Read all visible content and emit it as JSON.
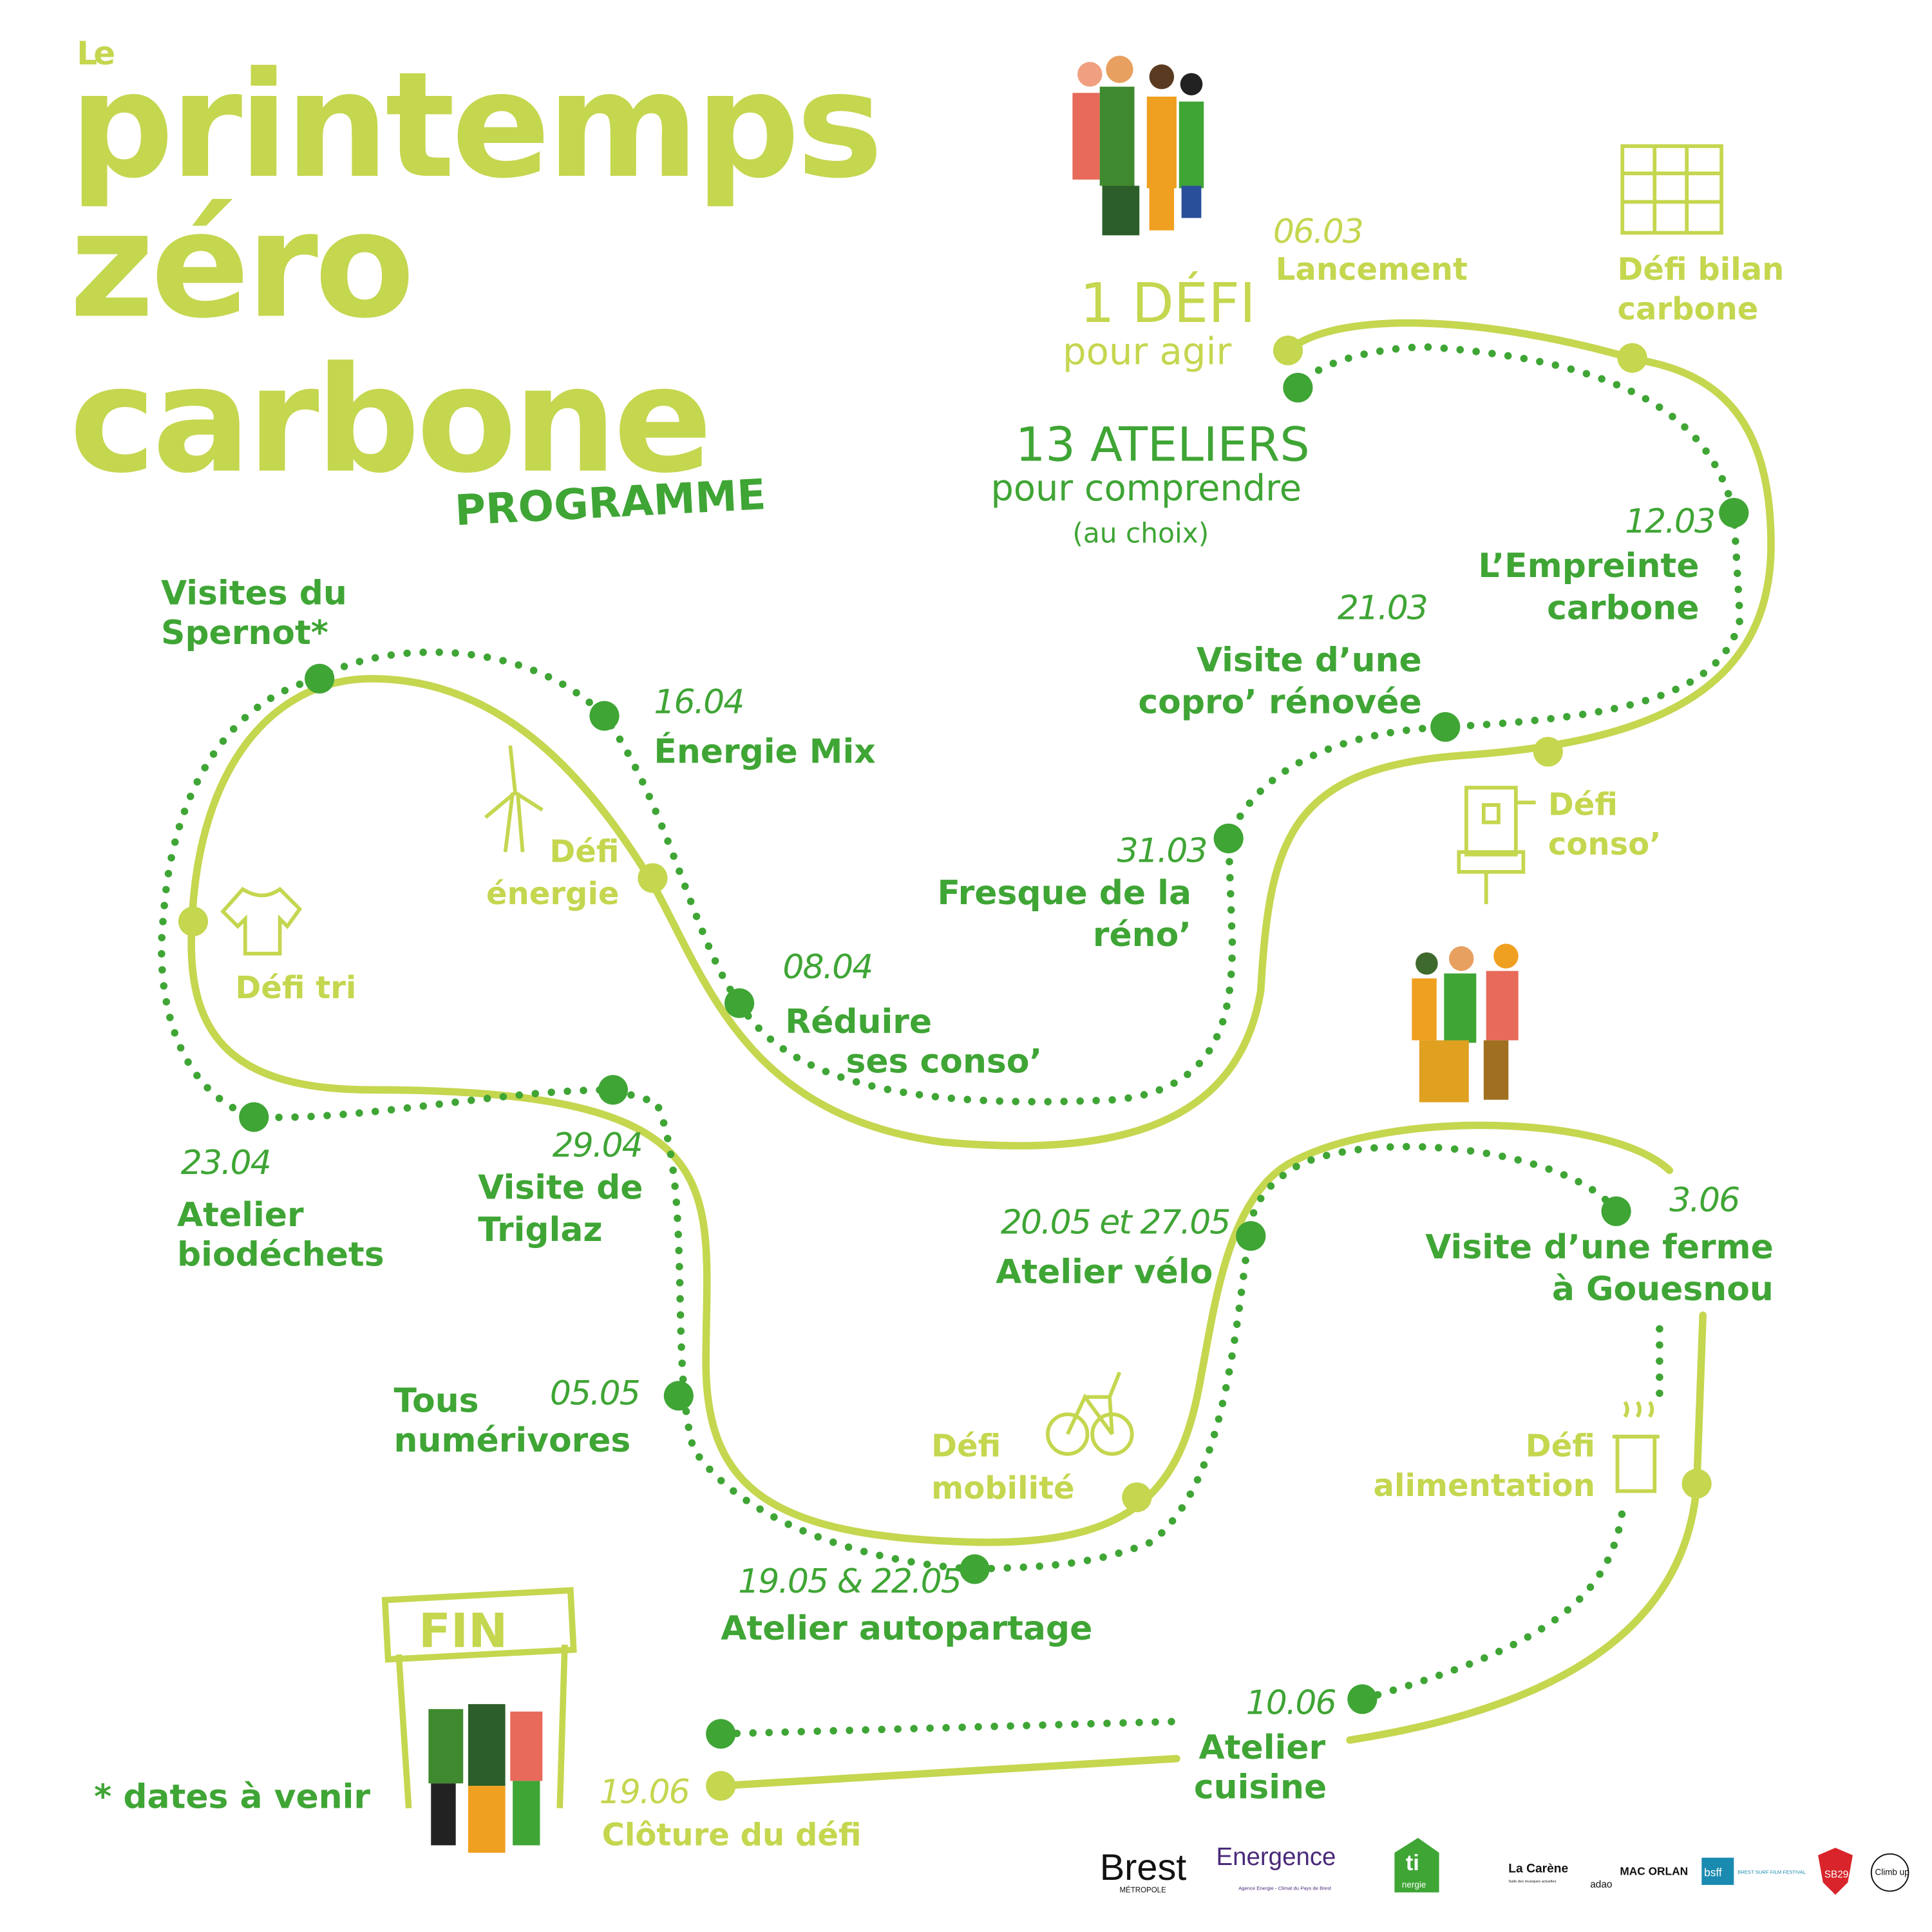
{
  "title": {
    "le": "Le",
    "line1": "printemps",
    "line2": "zéro",
    "line3": "carbone",
    "programme": "PROGRAMME"
  },
  "intro": {
    "defi_count": "1 DÉFI",
    "defi_sub": "pour agir",
    "ateliers_count": "13 ATELIERS",
    "ateliers_sub": "pour comprendre",
    "ateliers_note": "(au choix)"
  },
  "events": [
    {
      "date": "06.03",
      "label": [
        "Lancement"
      ]
    },
    {
      "label": [
        "Défi bilan",
        "carbone"
      ]
    },
    {
      "date": "12.03",
      "label": [
        "L’Empreinte",
        "carbone"
      ]
    },
    {
      "date": "21.03",
      "label": [
        "Visite d’une",
        "copro’ rénovée"
      ]
    },
    {
      "label": [
        "Défi",
        "conso’"
      ]
    },
    {
      "date": "31.03",
      "label": [
        "Fresque de la",
        "réno’"
      ]
    },
    {
      "date": "08.04",
      "label": [
        "Réduire",
        "ses conso’"
      ]
    },
    {
      "date": "16.04",
      "label": [
        "Énergie Mix"
      ]
    },
    {
      "label": [
        "Défi",
        "énergie"
      ]
    },
    {
      "label": [
        "Visites du",
        "Spernot*"
      ]
    },
    {
      "label": [
        "Défi tri"
      ]
    },
    {
      "date": "23.04",
      "label": [
        "Atelier",
        "biodéchets"
      ]
    },
    {
      "date": "29.04",
      "label": [
        "Visite de",
        "Triglaz"
      ]
    },
    {
      "date": "05.05",
      "label": [
        "Tous",
        "numérivores"
      ]
    },
    {
      "date": "19.05 & 22.05",
      "label": [
        "Atelier autopartage"
      ]
    },
    {
      "label": [
        "Défi",
        "mobilité"
      ]
    },
    {
      "date": "20.05 et 27.05",
      "label": [
        "Atelier vélo"
      ]
    },
    {
      "date": "3.06",
      "label": [
        "Visite d’une ferme",
        "à Gouesnou"
      ]
    },
    {
      "label": [
        "Défi",
        "alimentation"
      ]
    },
    {
      "date": "10.06",
      "label": [
        "Atelier",
        "cuisine"
      ]
    },
    {
      "date": "19.06",
      "label": [
        "Clôture du défi"
      ]
    }
  ],
  "fin_banner": "FIN",
  "footnote": "* dates à venir",
  "partners": [
    "Brest",
    "MÉTROPOLE",
    "Energence",
    "Agence Energie - Climat du Pays de Brest",
    "ti",
    "nergie",
    "La Carène",
    "Salle des musiques actuelles",
    "adao",
    "MAC ORLAN",
    "bsff",
    "BREST SURF FILM FESTIVAL",
    "SB29",
    "Climb up"
  ],
  "colors": {
    "lime": "#c5d64f",
    "green": "#3fa535"
  }
}
